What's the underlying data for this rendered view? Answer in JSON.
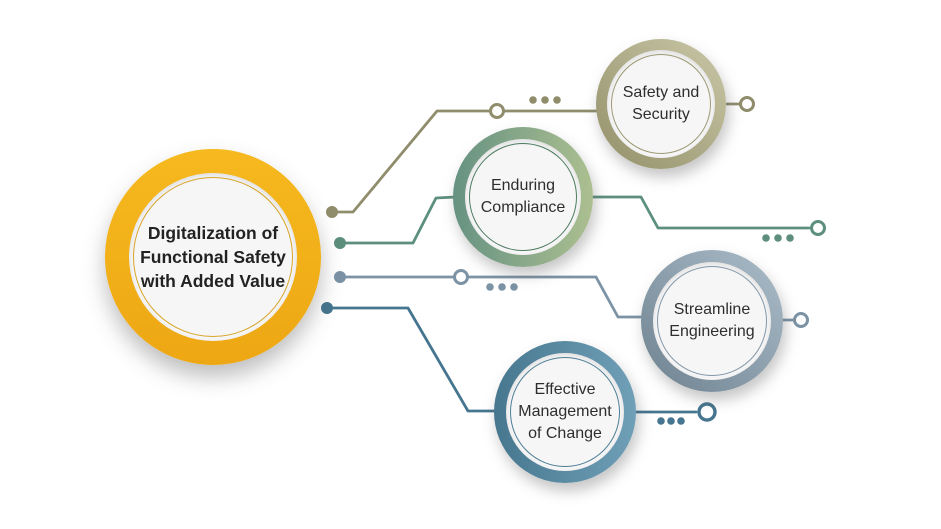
{
  "background_color": "#ffffff",
  "text_color": "#2e2e2e",
  "hub": {
    "lines": [
      "Digitalization of",
      "Functional Safety",
      "with Added Value"
    ],
    "ring_from": "#F6B91E",
    "ring_to": "#EDA714",
    "inner_ring_color": "#D6A52A",
    "fill": "#F7F6F7"
  },
  "nodes": [
    {
      "id": "safety-and-security",
      "lines": [
        "Safety and",
        "Security"
      ],
      "ring_from": "#C9C7A6",
      "ring_to": "#93906A",
      "inner_ring_color": "#9C9A74",
      "connector": "#8F8D6C"
    },
    {
      "id": "enduring-compliance",
      "lines": [
        "Enduring",
        "Compliance"
      ],
      "ring_from": "#ACBF90",
      "ring_to": "#669282",
      "inner_ring_color": "#4B7C60",
      "connector": "#5D8F7D"
    },
    {
      "id": "streamline-engineering",
      "lines": [
        "Streamline",
        "Engineering"
      ],
      "ring_from": "#ABBDC9",
      "ring_to": "#6F8290",
      "inner_ring_color": "#8298A9",
      "connector": "#7C93A5"
    },
    {
      "id": "effective-management-of-change",
      "lines": [
        "Effective",
        "Management",
        "of Change"
      ],
      "ring_from": "#6FA0B7",
      "ring_to": "#47778F",
      "inner_ring_color": "#4C7F97",
      "connector": "#45758F"
    }
  ]
}
